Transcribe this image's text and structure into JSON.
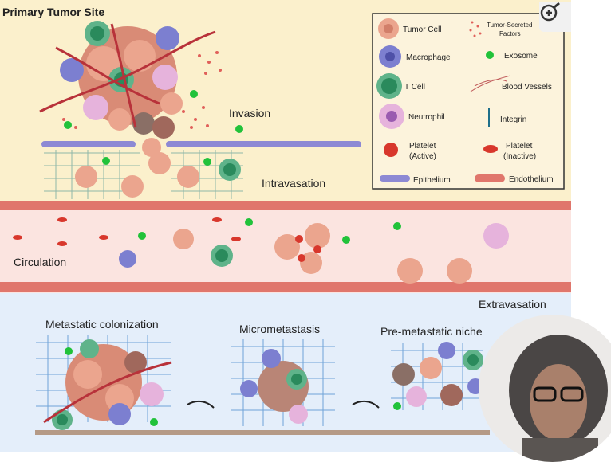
{
  "title": "Primary Tumor Site",
  "stages": {
    "invasion": "Invasion",
    "intravasation": "Intravasation",
    "circulation": "Circulation",
    "extravasation": "Extravasation",
    "metastatic_colonization": "Metastatic colonization",
    "micrometastasis": "Micrometastasis",
    "pre_metastatic_niche": "Pre-metastatic niche"
  },
  "legend": {
    "tumor_cell": "Tumor Cell",
    "macrophage": "Macrophage",
    "t_cell": "T Cell",
    "neutrophil": "Neutrophil",
    "platelet_active_1": "Platelet",
    "platelet_active_2": "(Active)",
    "epithelium": "Epithelium",
    "tumor_factors_1": "Tumor-Secreted",
    "tumor_factors_2": "Factors",
    "exosome": "Exosome",
    "blood_vessels": "Blood Vessels",
    "integrin": "Integrin",
    "platelet_inactive_1": "Platelet",
    "platelet_inactive_2": "(Inactive)",
    "endothelium": "Endothelium"
  },
  "colors": {
    "top_bg": "#fbf0cc",
    "vessel_bg": "#fbe4e0",
    "vessel_wall": "#e0766c",
    "bottom_bg": "#e4eefa",
    "tumor": "#eba58e",
    "macrophage": "#7c7fd0",
    "tcell": "#5fb38a",
    "neutrophil": "#e6b3dc",
    "exosome": "#21c23a",
    "platelet": "#d8372c"
  }
}
